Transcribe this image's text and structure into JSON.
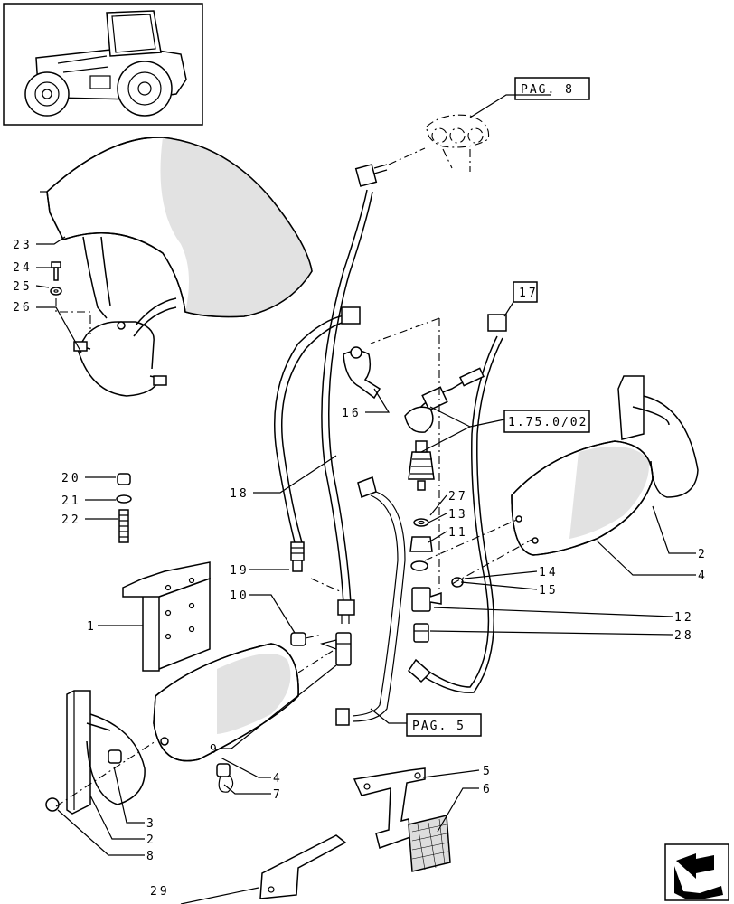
{
  "callouts": {
    "c1": "1",
    "c2a": "2",
    "c2b": "2",
    "c3": "3",
    "c4a": "4",
    "c4b": "4",
    "c5": "5",
    "c6": "6",
    "c7": "7",
    "c8": "8",
    "c9": "9",
    "c10": "10",
    "c11": "11",
    "c12": "12",
    "c13": "13",
    "c14": "14",
    "c15": "15",
    "c16": "16",
    "c17": "17",
    "c18": "18",
    "c19": "19",
    "c20": "20",
    "c21": "21",
    "c22": "22",
    "c23": "23",
    "c24": "24",
    "c25": "25",
    "c26": "26",
    "c27": "27",
    "c28": "28",
    "c29": "29"
  },
  "references": {
    "pag8": "PAG. 8",
    "pag5": "PAG. 5",
    "sec": "1.75.0/02"
  },
  "icons": {
    "thumbnail": "tractor-icon",
    "nav": "next-page-arrow-icon"
  }
}
